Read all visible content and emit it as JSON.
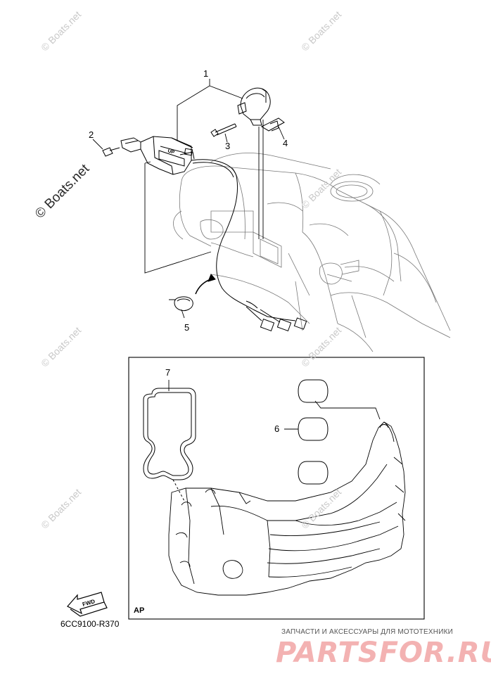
{
  "callouts": {
    "c1": "1",
    "c2": "2",
    "c3": "3",
    "c4": "4",
    "c5": "5",
    "c6": "6",
    "c7": "7"
  },
  "arrow_label": "FWD",
  "tag_label": "UP",
  "ap_label": "AP",
  "part_code": "6CC9100-R370",
  "watermarks": {
    "boats": "© Boats.net"
  },
  "promo": {
    "line": "ЗАПЧАСТИ И АКСЕССУАРЫ ДЛЯ МОТОТЕХНИКИ",
    "brand": "PARTSFOR.RU"
  },
  "colors": {
    "line": "#000000",
    "watermark": "#c9c9c9",
    "brand": "#f3b2b2"
  }
}
